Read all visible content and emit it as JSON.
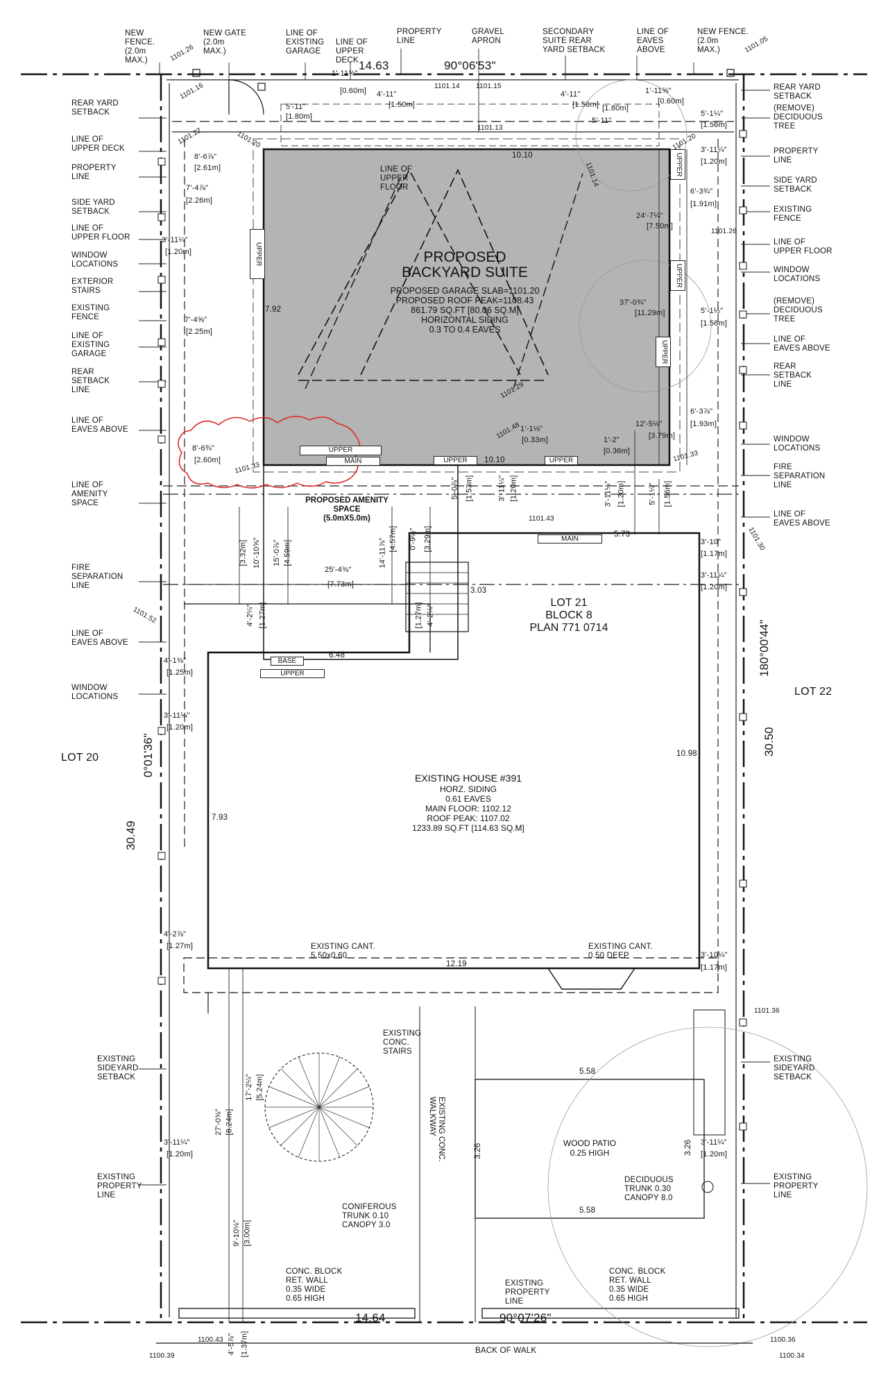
{
  "top_labels": [
    {
      "text": "NEW\nFENCE.\n(2.0m\nMAX.)"
    },
    {
      "text": "NEW GATE\n(2.0m\nMAX.)"
    },
    {
      "text": "LINE OF\nEXISTING\nGARAGE"
    },
    {
      "text": "LINE OF\nUPPER\nDECK"
    },
    {
      "text": "PROPERTY\nLINE"
    },
    {
      "text": "GRAVEL\nAPRON"
    },
    {
      "text": "SECONDARY\nSUITE REAR\nYARD SETBACK"
    },
    {
      "text": "LINE OF\nEAVES\nABOVE"
    },
    {
      "text": "NEW FENCE.\n(2.0m\nMAX.)"
    }
  ],
  "left_labels": [
    {
      "text": "REAR YARD\nSETBACK"
    },
    {
      "text": "LINE OF\nUPPER DECK"
    },
    {
      "text": "PROPERTY\nLINE"
    },
    {
      "text": "SIDE YARD\nSETBACK"
    },
    {
      "text": "LINE OF\nUPPER FLOOR"
    },
    {
      "text": "WINDOW\nLOCATIONS"
    },
    {
      "text": "EXTERIOR\nSTAIRS"
    },
    {
      "text": "EXISTING\nFENCE"
    },
    {
      "text": "LINE OF\nEXISTING\nGARAGE"
    },
    {
      "text": "REAR\nSETBACK\nLINE"
    },
    {
      "text": "LINE OF\nEAVES ABOVE"
    },
    {
      "text": "LINE OF\nAMENITY\nSPACE"
    },
    {
      "text": "FIRE\nSEPARATION\nLINE"
    },
    {
      "text": "LINE OF\nEAVES ABOVE"
    },
    {
      "text": "WINDOW\nLOCATIONS"
    },
    {
      "text": "EXISTING\nSIDEYARD\nSETBACK"
    },
    {
      "text": "EXISTING\nPROPERTY\nLINE"
    }
  ],
  "right_labels": [
    {
      "text": "REAR YARD\nSETBACK"
    },
    {
      "text": "(REMOVE)\nDECIDUOUS\nTREE"
    },
    {
      "text": "PROPERTY\nLINE"
    },
    {
      "text": "SIDE YARD\nSETBACK"
    },
    {
      "text": "EXISTING\nFENCE"
    },
    {
      "text": "LINE OF\nUPPER FLOOR"
    },
    {
      "text": "WINDOW\nLOCATIONS"
    },
    {
      "text": "(REMOVE)\nDECIDUOUS\nTREE"
    },
    {
      "text": "LINE OF\nEAVES ABOVE"
    },
    {
      "text": "REAR\nSETBACK\nLINE"
    },
    {
      "text": "WINDOW\nLOCATIONS"
    },
    {
      "text": "FIRE\nSEPARATION\nLINE"
    },
    {
      "text": "LINE OF\nEAVES ABOVE"
    },
    {
      "text": "EXISTING\nSIDEYARD\nSETBACK"
    },
    {
      "text": "EXISTING\nPROPERTY\nLINE"
    }
  ],
  "suite": {
    "title": "PROPOSED\nBACKYARD SUITE",
    "details": "PROPOSED GARAGE SLAB=1101.20\nPROPOSED ROOF PEAK=1108.43\n861.79 SQ.FT [80.06 SQ.M]\nHORIZONTAL SIDING\n0.3 TO 0.4 EAVES",
    "upper_floor_note": "LINE OF\nUPPER\nFLOOR",
    "width_dim": "10.10",
    "bottom_width_dim": "10.10",
    "depth_dim": "7.92"
  },
  "house": {
    "title": "EXISTING HOUSE #391",
    "details": "HORZ. SIDING\n0.61 EAVES\nMAIN FLOOR: 1102.12\nROOF PEAK: 1107.02\n1233.89 SQ.FT [114.63 SQ.M]",
    "lot": "LOT 21\nBLOCK 8\nPLAN 771 0714",
    "width_dim": "12.19",
    "depth_dim": "10.98",
    "side_dim": "7.93",
    "cant_left": "EXISTING CANT.\n5.50x0.60",
    "cant_right": "EXISTING CANT.\n0.50 DEEP",
    "dim_648": "6.48",
    "dim_573": "5.73",
    "dim_303": "3.03"
  },
  "amenity": {
    "title": "PROPOSED AMENITY\nSPACE\n(5.0mX5.0m)"
  },
  "lots": {
    "left": "LOT 20",
    "right": "LOT 22"
  },
  "boundary": {
    "top_length": "14.63",
    "top_bearing": "90°06'53\"",
    "bottom_length": "14.64",
    "bottom_bearing": "90°07'26\"",
    "left_length": "30.49",
    "left_bearing": "0°01'36\"",
    "right_length": "30.50",
    "right_bearing": "180°00'44\"",
    "back_of_walk": "BACK OF WALK"
  },
  "yard": {
    "stairs": "EXISTING\nCONC.\nSTAIRS",
    "walkway": "EXISTING CONC.\nWALKWAY",
    "patio": "WOOD PATIO\n0.25 HIGH",
    "patio_dim_top": "5.58",
    "patio_dim_bottom": "5.58",
    "patio_dim_side": "3.26",
    "patio_dim_side2": "3.26",
    "coniferous": "CONIFEROUS\nTRUNK 0.10\nCANOPY 3.0",
    "deciduous": "DECIDUOUS\nTRUNK 0.30\nCANOPY 8.0",
    "wall_left": "CONC. BLOCK\nRET. WALL\n0.35 WIDE\n0.65 HIGH",
    "wall_right": "CONC. BLOCK\nRET. WALL\n0.35 WIDE\n0.65 HIGH",
    "prop_line": "EXISTING\nPROPERTY\nLINE"
  },
  "elevations": [
    {
      "text": "1101.26"
    },
    {
      "text": "1101.16"
    },
    {
      "text": "1101.14"
    },
    {
      "text": "1101.15"
    },
    {
      "text": "1101.13"
    },
    {
      "text": "1101.05"
    },
    {
      "text": "1101.22"
    },
    {
      "text": "1101.20"
    },
    {
      "text": "1101.20"
    },
    {
      "text": "1101.14"
    },
    {
      "text": "1101.26"
    },
    {
      "text": "1101.29"
    },
    {
      "text": "1101.48"
    },
    {
      "text": "1101.33"
    },
    {
      "text": "1101.33"
    },
    {
      "text": "1101.43"
    },
    {
      "text": "1101.30"
    },
    {
      "text": "1101.52"
    },
    {
      "text": "1101.36"
    },
    {
      "text": "1100.43"
    },
    {
      "text": "1100.39"
    },
    {
      "text": "1100.36"
    },
    {
      "text": "1100.34"
    }
  ],
  "dimensions": [
    {
      "text": "5'-11\""
    },
    {
      "text": "[1.80m]"
    },
    {
      "text": "1'-11⅝\""
    },
    {
      "text": "[0.60m]"
    },
    {
      "text": "4'-11\""
    },
    {
      "text": "[1.50m]"
    },
    {
      "text": "4'-11\""
    },
    {
      "text": "[1.50m]"
    },
    {
      "text": "5'-11\""
    },
    {
      "text": "[1.80m]"
    },
    {
      "text": "1'-11⅝\""
    },
    {
      "text": "[0.60m]"
    },
    {
      "text": "5'-1¼\""
    },
    {
      "text": "[1.56m]"
    },
    {
      "text": "3'-11¼\""
    },
    {
      "text": "[1.20m]"
    },
    {
      "text": "6'-3¾\""
    },
    {
      "text": "[1.91m]"
    },
    {
      "text": "24'-7¼\""
    },
    {
      "text": "[7.50m]"
    },
    {
      "text": "37'-0¾\""
    },
    {
      "text": "[11.29m]"
    },
    {
      "text": "5'-1½\""
    },
    {
      "text": "[1.56m]"
    },
    {
      "text": "6'-3⅞\""
    },
    {
      "text": "[1.93m]"
    },
    {
      "text": "12'-5⅛\""
    },
    {
      "text": "[3.79m]"
    },
    {
      "text": "1'-2\""
    },
    {
      "text": "[0.36m]"
    },
    {
      "text": "1'-1⅛\""
    },
    {
      "text": "[0.33m]"
    },
    {
      "text": "8'-6⅞\""
    },
    {
      "text": "[2.61m]"
    },
    {
      "text": "7'-4⅞\""
    },
    {
      "text": "[2.26m]"
    },
    {
      "text": "3'-11¼\""
    },
    {
      "text": "[1.20m]"
    },
    {
      "text": "7'-4⅝\""
    },
    {
      "text": "[2.25m]"
    },
    {
      "text": "8'-6¾\""
    },
    {
      "text": "[2.60m]"
    },
    {
      "text": "5'-0⅞\""
    },
    {
      "text": "[1.53m]"
    },
    {
      "text": "3'-11¼\""
    },
    {
      "text": "[1.20m]"
    },
    {
      "text": "3'-11¼\""
    },
    {
      "text": "[1.20m]"
    },
    {
      "text": "5'-1¼\""
    },
    {
      "text": "[1.56m]"
    },
    {
      "text": "3'-10\""
    },
    {
      "text": "[1.17m]"
    },
    {
      "text": "3'-11¼\""
    },
    {
      "text": "[1.20m]"
    },
    {
      "text": "10'-10⅝\""
    },
    {
      "text": "[3.32m]"
    },
    {
      "text": "15'-0⅞\""
    },
    {
      "text": "[4.59m]"
    },
    {
      "text": "25'-4⅜\""
    },
    {
      "text": "[7.73m]"
    },
    {
      "text": "14'-11⅞\""
    },
    {
      "text": "[4.57m]"
    },
    {
      "text": "0'-9½\""
    },
    {
      "text": "[3.29m]"
    },
    {
      "text": "4'-2¼\""
    },
    {
      "text": "[1.27m]"
    },
    {
      "text": "4'-2¼\""
    },
    {
      "text": "[1.27m]"
    },
    {
      "text": "4'-1⅜\""
    },
    {
      "text": "[1.25m]"
    },
    {
      "text": "3'-11¼\""
    },
    {
      "text": "[1.20m]"
    },
    {
      "text": "4'-2⅞\""
    },
    {
      "text": "[1.27m]"
    },
    {
      "text": "3'-10¼\""
    },
    {
      "text": "[1.17m]"
    },
    {
      "text": "17'-2¼\""
    },
    {
      "text": "[5.24m]"
    },
    {
      "text": "27'-0⅜\""
    },
    {
      "text": "[8.24m]"
    },
    {
      "text": "3'-11¼\""
    },
    {
      "text": "[1.20m]"
    },
    {
      "text": "3'-11¼\""
    },
    {
      "text": "[1.20m]"
    },
    {
      "text": "9'-10⅛\""
    },
    {
      "text": "[3.00m]"
    },
    {
      "text": "4'-5⅞\""
    },
    {
      "text": "[1.37m]"
    }
  ],
  "window_tags": [
    {
      "text": "UPPER"
    },
    {
      "text": "UPPER"
    },
    {
      "text": "UPPER"
    },
    {
      "text": "UPPER"
    },
    {
      "text": "UPPER"
    },
    {
      "text": "MAIN"
    },
    {
      "text": "UPPER"
    },
    {
      "text": "UPPER"
    },
    {
      "text": "MAIN"
    },
    {
      "text": "BASE"
    },
    {
      "text": "UPPER"
    }
  ]
}
